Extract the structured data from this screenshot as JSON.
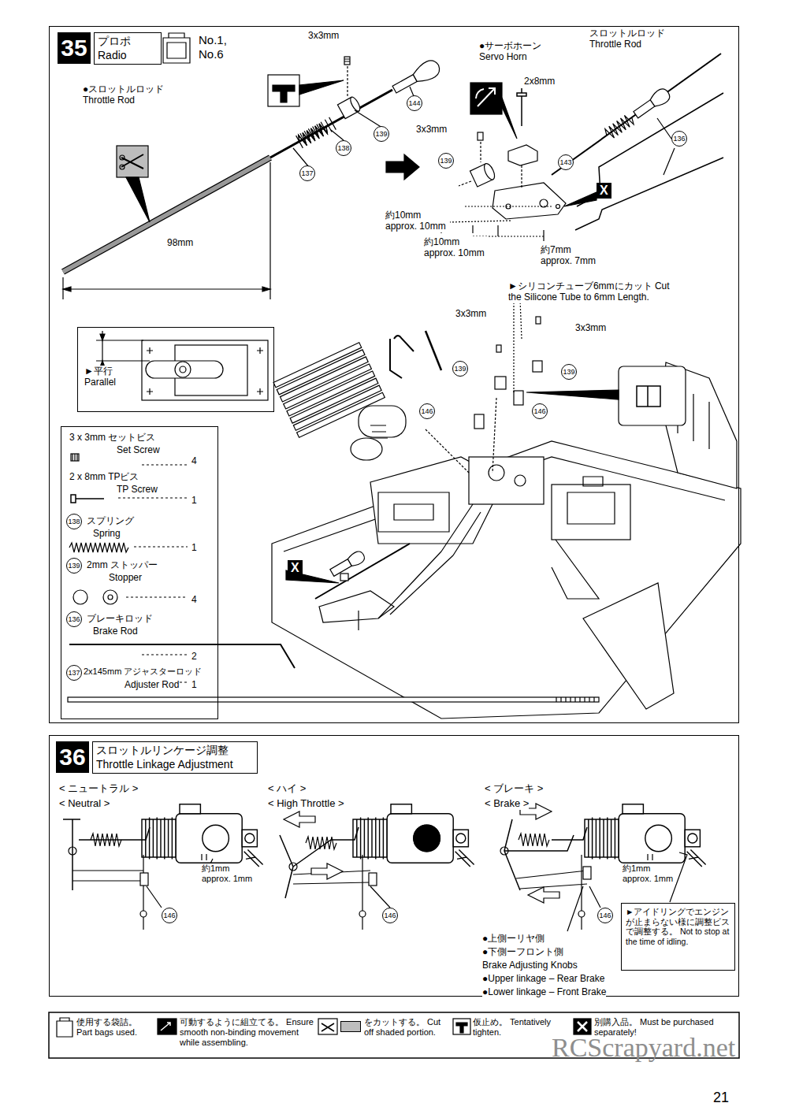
{
  "diagram": {
    "nodes": [
      {
        "text": [
          "35",
          "プロポ Radio"
        ]
      },
      {
        "text": [
          "3 x 3mm セットビス",
          "Set Screw",
          "4",
          "2 x 8mm TPビス",
          "TP Screw",
          "1",
          "138",
          "スプリング",
          "Spring",
          "1",
          "139",
          "2mm ストッパー",
          "Stopper",
          "4",
          "136",
          "ブレーキロッド",
          "Brake Rod",
          "2",
          "137",
          "2x145mm アジャスターロッド",
          "Adjuster Rod",
          "1"
        ],
        "in": 0
      },
      {
        "text": [
          "►平行 Parallel"
        ],
        "in": 0
      },
      {
        "text": [
          "36",
          "スロットルリンケージ調整 Throttle Linkage Adjustment"
        ]
      },
      {
        "text": [
          "►アイドリングでエンジンが止まらない様に調整ビスで調整する。 Not to stop at the time of idling."
        ],
        "in": 3
      }
    ],
    "labels": [
      "No.1, No.6",
      "3x3mm",
      "●スロットルロッド Throttle Rod",
      "スロットルロッド Throttle Rod",
      "●サーボホーン Servo Horn",
      "2x8mm",
      "3x3mm",
      "144",
      "139",
      "138",
      "137",
      "139",
      "143",
      "136",
      "98mm",
      "約10mm approx. 10mm",
      "約10mm approx. 10mm",
      "約7mm approx. 7mm",
      "X",
      "►シリコンチューブ6mmにカット Cut the Silicone Tube to 6mm Length.",
      "3x3mm",
      "3x3mm",
      "139",
      "139",
      "146",
      "146",
      "X",
      "< ニュートラル >",
      "< Neutral >",
      "< ハイ >",
      "< High Throttle >",
      "< ブレーキ >",
      "< Brake >",
      "約1mm approx. 1mm",
      "146",
      "146",
      "約1mm approx. 1mm",
      "146",
      "●上側ーリヤ側",
      "●下側ーフロント側",
      "Brake Adjusting Knobs",
      "●Upper linkage – Rear Brake",
      "●Lower linkage – Front Brake",
      "21",
      "RCScrapyard.net"
    ],
    "legend": [
      {
        "text": "使用する袋詰。 Part bags used."
      },
      {
        "text": "可動するように組立てる。 Ensure smooth non-binding movement while assembling."
      },
      {
        "text": "をカットする。 Cut off shaded portion.",
        "color": "#bdbdbd"
      },
      {
        "text": "仮止め。 Tentatively tighten."
      },
      {
        "text": "別購入品。 Must be purchased separately!"
      }
    ]
  }
}
